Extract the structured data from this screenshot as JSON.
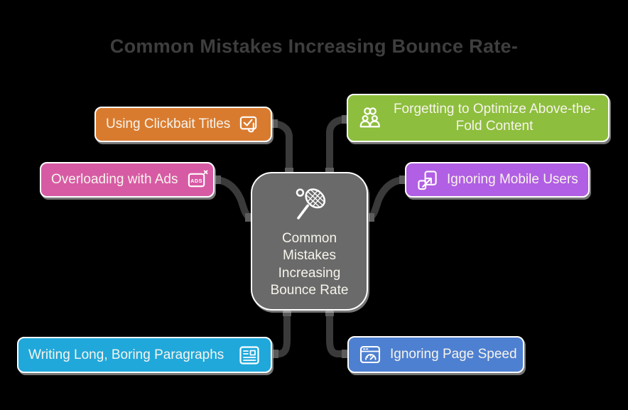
{
  "title": "Common Mistakes Increasing Bounce Rate-",
  "background_color": "#000000",
  "connector": {
    "line_color": "#3A3A3A",
    "stub_color": "#5C5C5C"
  },
  "center": {
    "label": "Common Mistakes Increasing Bounce Rate",
    "color": "#6A6A6A",
    "text_color": "#F7F4EC",
    "icon": "tennis-racket-icon"
  },
  "nodes": [
    {
      "id": "clickbait",
      "label": "Using Clickbait Titles",
      "color": "#D97B2F",
      "icon": "click-check-icon",
      "icon_side": "right"
    },
    {
      "id": "ads",
      "label": "Overloading with Ads",
      "color": "#D75BA4",
      "icon": "ads-box-icon",
      "icon_side": "right",
      "icon_label": "ADS"
    },
    {
      "id": "paragraphs",
      "label": "Writing Long, Boring Paragraphs",
      "color": "#20A8DB",
      "icon": "article-icon",
      "icon_side": "right"
    },
    {
      "id": "fold",
      "label": "Forgetting to Optimize Above-the-Fold Content",
      "color": "#8DBE3D",
      "icon": "linked-users-icon",
      "icon_side": "left"
    },
    {
      "id": "mobile",
      "label": "Ignoring Mobile Users",
      "color": "#B15FE4",
      "icon": "devices-icon",
      "icon_side": "left"
    },
    {
      "id": "speed",
      "label": "Ignoring Page Speed",
      "color": "#4E80D1",
      "icon": "speedometer-icon",
      "icon_side": "left"
    }
  ]
}
